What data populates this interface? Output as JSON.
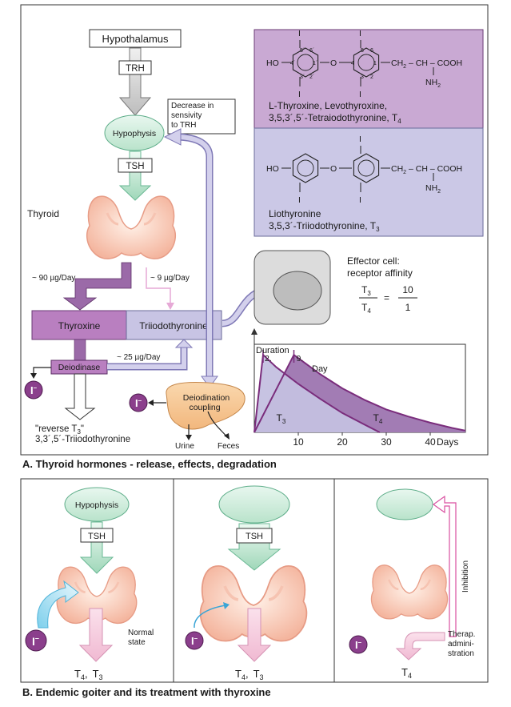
{
  "panel_a": {
    "caption": "A. Thyroid hormones - release, effects, degradation",
    "hypothalamus": "Hypothalamus",
    "trh": "TRH",
    "hypophysis": "Hypophysis",
    "tsh": "TSH",
    "thyroid": "Thyroid",
    "feedback_note": [
      "Decrease in",
      "sensivity",
      "to TRH"
    ],
    "flow_t4": "~ 90 µg/Day",
    "flow_t3": "~ 9 µg/Day",
    "flow_conv": "~ 25 µg/Day",
    "thyroxine": "Thyroxine",
    "triiodothyronine": "Triiodothyronine",
    "deiodinase": "Deiodinase",
    "iodide": "I",
    "iodide_sup": "–",
    "reverse_t3_line1": "\"reverse T",
    "reverse_t3_sub": "3",
    "reverse_t3_close": "\"",
    "reverse_t3_line2": "3,3´,5´-Triiodothyronine",
    "liver": [
      "Deiodination",
      "coupling"
    ],
    "urine": "Urine",
    "feces": "Feces",
    "effector": [
      "Effector cell:",
      "receptor affinity"
    ],
    "ratio_t3": "T",
    "ratio_t3_sub": "3",
    "ratio_t4": "T",
    "ratio_t4_sub": "4",
    "ratio_eq": "=",
    "ratio_num": "10",
    "ratio_den": "1",
    "levo": {
      "name1": "L-Thyroxine, Levothyroxine,",
      "name2": "3,5,3´,5´-Tetraiodothyronine, T",
      "name2_sub": "4"
    },
    "lio": {
      "name1": "Liothyronine",
      "name2": "3,5,3´-Triiodothyronine, T",
      "name2_sub": "3"
    },
    "chem": {
      "ho": "HO",
      "o": "O",
      "i": "I",
      "ch2": "CH",
      "ch2_sub": "2",
      "dash": "–",
      "ch": "CH",
      "cooh": "COOH",
      "nh2": "NH",
      "nh2_sub": "2",
      "pos": [
        "5´",
        "6´",
        "4´",
        "1´",
        "3´",
        "2´",
        "5",
        "6",
        "4",
        "1",
        "3",
        "2"
      ]
    }
  },
  "duration_chart": {
    "title": "Duration",
    "day_label": "Day",
    "peak_t3": "2.",
    "peak_t4": "9.",
    "t3": "T",
    "t3_sub": "3",
    "t4": "T",
    "t4_sub": "4",
    "days_label": "Days"
  },
  "chart_data": {
    "type": "area",
    "x_ticks": [
      10,
      20,
      30,
      40
    ],
    "x_range": [
      0,
      48
    ],
    "series": [
      {
        "name": "T3",
        "x": [
          0,
          2,
          5,
          10,
          15,
          20,
          25,
          28.5
        ],
        "y": [
          0,
          0.88,
          0.74,
          0.55,
          0.38,
          0.22,
          0.09,
          0
        ]
      },
      {
        "name": "T4",
        "x": [
          0,
          9,
          15,
          20,
          25,
          30,
          35,
          40,
          45,
          48
        ],
        "y": [
          0,
          0.88,
          0.66,
          0.5,
          0.37,
          0.26,
          0.18,
          0.11,
          0.05,
          0.02
        ]
      }
    ],
    "peaks": [
      2,
      9
    ],
    "colors": {
      "t3": "#c4c0e0",
      "t4": "#a27cb4",
      "line": "#7a2d7c"
    }
  },
  "panel_b": {
    "caption": "B. Endemic goiter and its treatment with thyroxine",
    "hypophysis": "Hypophysis",
    "tsh": "TSH",
    "normal_state": [
      "Normal",
      "state"
    ],
    "inhibition": "Inhibition",
    "therap": [
      "Therap.",
      "admini-",
      "stration"
    ],
    "out_t4": "T",
    "out_t4_sub": "4",
    "out_sep": ",",
    "out_t3": "T",
    "out_t3_sub": "3"
  },
  "colors": {
    "purple_box": "#c9a9d3",
    "lavender_box": "#cbc8e6",
    "green": "#d4f0e2",
    "green_dark": "#6bb995",
    "gray_arrow": "#d0d0d0",
    "iodide": "#8b3f8c",
    "liver": "#f6c893",
    "thyroid": "#fbd6c4"
  }
}
